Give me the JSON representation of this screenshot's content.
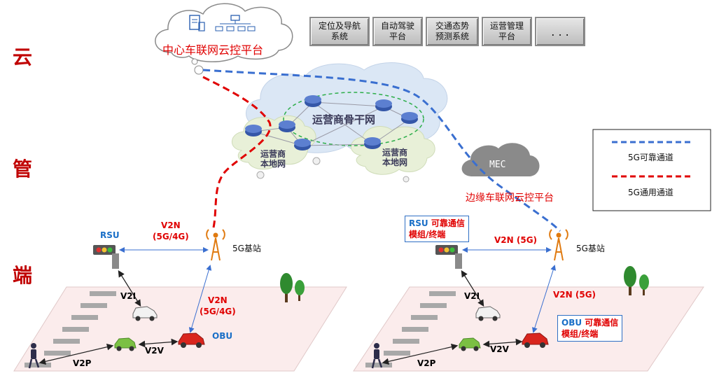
{
  "tiers": {
    "cloud": "云",
    "pipe": "管",
    "edge": "端"
  },
  "center_platform": "中心车联网云控平台",
  "services": [
    {
      "l1": "定位及导航",
      "l2": "系统"
    },
    {
      "l1": "自动驾驶",
      "l2": "平台"
    },
    {
      "l1": "交通态势",
      "l2": "预测系统"
    },
    {
      "l1": "运营管理",
      "l2": "平台"
    },
    {
      "l1": ". . .",
      "l2": ""
    }
  ],
  "backbone": "运营商骨干网",
  "local_net_left": {
    "l1": "运营商",
    "l2": "本地网"
  },
  "local_net_right": {
    "l1": "运营商",
    "l2": "本地网"
  },
  "mec": {
    "label": "MEC",
    "platform": "边缘车联网云控平台"
  },
  "legend": {
    "reliable": "5G可靠通道",
    "general": "5G通用通道"
  },
  "left": {
    "rsu": "RSU",
    "v2n": {
      "l1": "V2N",
      "l2": "(5G/4G)"
    },
    "base_station": "5G基站",
    "v2i": "V2I",
    "v2n_obu": {
      "l1": "V2N",
      "l2": "(5G/4G)"
    },
    "obu": "OBU",
    "v2v": "V2V",
    "v2p": "V2P"
  },
  "right": {
    "rsu_box": {
      "k": "RSU",
      "t1": "可靠通信",
      "t2": "模组/终端"
    },
    "v2n": "V2N (5G)",
    "base_station": "5G基站",
    "v2i": "V2I",
    "v2n_obu": "V2N (5G)",
    "obu_box": {
      "k": "OBU",
      "t1": "可靠通信",
      "t2": "模组/终端"
    },
    "v2v": "V2V",
    "v2p": "V2P"
  },
  "colors": {
    "reliable": "#3a6fd0",
    "general": "#e00000",
    "tier": "#c00000"
  }
}
